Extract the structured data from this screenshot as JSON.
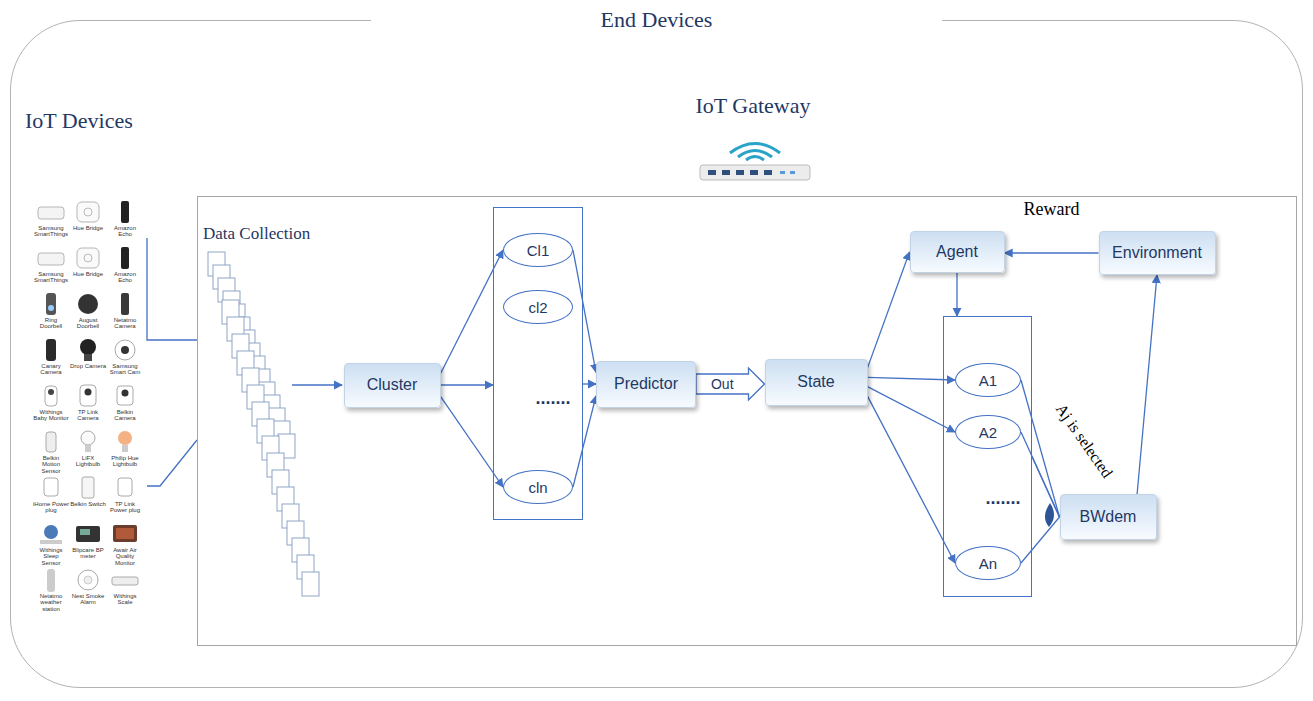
{
  "diagram": {
    "nodes": [
      {
        "text": [
          "End Devices"
        ]
      },
      {
        "text": [
          "IoT Gateway"
        ],
        "in": 0
      },
      {
        "text": [
          "Cluster"
        ],
        "in": 1
      },
      {
        "text": [
          "......."
        ],
        "in": 1
      },
      {
        "text": [
          "Cl1"
        ],
        "in": 3
      },
      {
        "text": [
          "cl2"
        ],
        "in": 3
      },
      {
        "text": [
          "cln"
        ],
        "in": 3
      },
      {
        "text": [
          "Predictor"
        ],
        "in": 1
      },
      {
        "text": [
          "State"
        ],
        "in": 1
      },
      {
        "text": [
          "Agent"
        ],
        "in": 1
      },
      {
        "text": [
          "Environment"
        ],
        "in": 1
      },
      {
        "text": [
          "......."
        ],
        "in": 1
      },
      {
        "text": [
          "A1"
        ],
        "in": 11
      },
      {
        "text": [
          "A2"
        ],
        "in": 11
      },
      {
        "text": [
          "An"
        ],
        "in": 11
      },
      {
        "text": [
          "BWdem"
        ],
        "in": 1
      }
    ],
    "edges": [
      {
        "from": 2,
        "to": 4,
        "arrow": "to"
      },
      {
        "from": 2,
        "to": 3,
        "arrow": "to"
      },
      {
        "from": 2,
        "to": 6,
        "arrow": "to"
      },
      {
        "from": 4,
        "to": 7,
        "arrow": "to"
      },
      {
        "from": 3,
        "to": 7,
        "arrow": "to"
      },
      {
        "from": 6,
        "to": 7,
        "arrow": "to"
      },
      {
        "from": 7,
        "to": 8,
        "label": "Out",
        "arrow": "to"
      },
      {
        "from": 8,
        "to": 9,
        "arrow": "to"
      },
      {
        "from": 8,
        "to": 12,
        "arrow": "to"
      },
      {
        "from": 8,
        "to": 13,
        "arrow": "to"
      },
      {
        "from": 8,
        "to": 14,
        "arrow": "to"
      },
      {
        "from": 9,
        "to": 11,
        "arrow": "to"
      },
      {
        "from": 10,
        "to": 9,
        "label": "Reward",
        "arrow": "to"
      },
      {
        "from": 12,
        "to": 15,
        "label": "Aj is selected",
        "arrow": "none"
      },
      {
        "from": 13,
        "to": 15,
        "arrow": "none"
      },
      {
        "from": 11,
        "to": 15,
        "arrow": "none"
      },
      {
        "from": 14,
        "to": 15,
        "arrow": "none"
      },
      {
        "from": 15,
        "to": 10,
        "arrow": "to"
      }
    ],
    "labels": [
      "IoT Devices",
      "Data Collection",
      "Samsung SmartThings",
      "Hue Bridge",
      "Amazon Echo",
      "Samsung SmartThings",
      "Hue Bridge",
      "Amazon Echo",
      "Ring Doorbell",
      "August Doorbell",
      "Netatmo Camera",
      "Canary Camera",
      "Drop Camera",
      "Samsung Smart Cam",
      "Withings Baby Monitor",
      "TP Link Camera",
      "Belkin Camera",
      "Belkin Motion Sensor",
      "LiFX Lightbulb",
      "Philip Hue Lightbulb",
      "iHome Power plug",
      "Belkin Switch",
      "TP Link Power plug",
      "Withings Sleep Sensor",
      "Blipcare BP meter",
      "Awair Air Quality Monitor",
      "Netatmo weather station",
      "Nest Smoke Alarm",
      "Withings Scale"
    ]
  }
}
